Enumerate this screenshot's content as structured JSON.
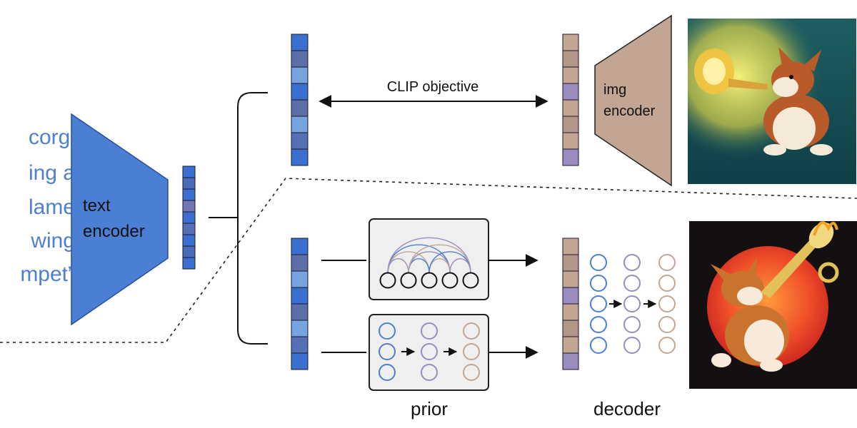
{
  "prompt": {
    "lines": [
      "corgi",
      "ing a",
      "lame",
      "wing",
      "mpet”"
    ]
  },
  "text_encoder": {
    "label_line1": "text",
    "label_line2": "encoder"
  },
  "img_encoder": {
    "label_line1": "img",
    "label_line2": "encoder"
  },
  "clip_objective": "CLIP objective",
  "prior": {
    "label": "prior"
  },
  "decoder": {
    "label": "decoder"
  },
  "images": {
    "top": {
      "subject": "corgi playing a flame-throwing trumpet, painted style, teal background"
    },
    "bottom": {
      "subject": "corgi playing a flame-throwing trumpet, illustration, red sun on black background"
    }
  },
  "colors": {
    "text_encoder": "#4a7fd4",
    "img_encoder": "#c3a593",
    "prompt_text": "#4f7fd0",
    "node_blue": "#4a7fd4",
    "node_purple": "#9a8bc0",
    "node_tan": "#c3a593"
  },
  "embeddings": {
    "text_small": [
      "#3b6fcf",
      "#4a6bb5",
      "#3b6fcf",
      "#6f77b5",
      "#3b6fcf",
      "#5670b6",
      "#3b6fcf",
      "#4a6bb5",
      "#3b6fcf"
    ],
    "text_top": [
      "#3b6fcf",
      "#5d6fa8",
      "#77a3e0",
      "#3b6fcf",
      "#5d6fa8",
      "#77a3e0",
      "#5670b6",
      "#3b6fcf"
    ],
    "text_bottom": [
      "#3b6fcf",
      "#5d6fa8",
      "#77a3e0",
      "#3b6fcf",
      "#5d6fa8",
      "#77a3e0",
      "#5670b6",
      "#3b6fcf"
    ],
    "img_top": [
      "#c3a593",
      "#b29788",
      "#c3a593",
      "#9a8bc0",
      "#c3a593",
      "#b29788",
      "#c3a593",
      "#9a8bc0"
    ],
    "img_bottom": [
      "#c3a593",
      "#b29788",
      "#c3a593",
      "#9a8bc0",
      "#c3a593",
      "#b29788",
      "#c3a593",
      "#9a8bc0"
    ]
  }
}
